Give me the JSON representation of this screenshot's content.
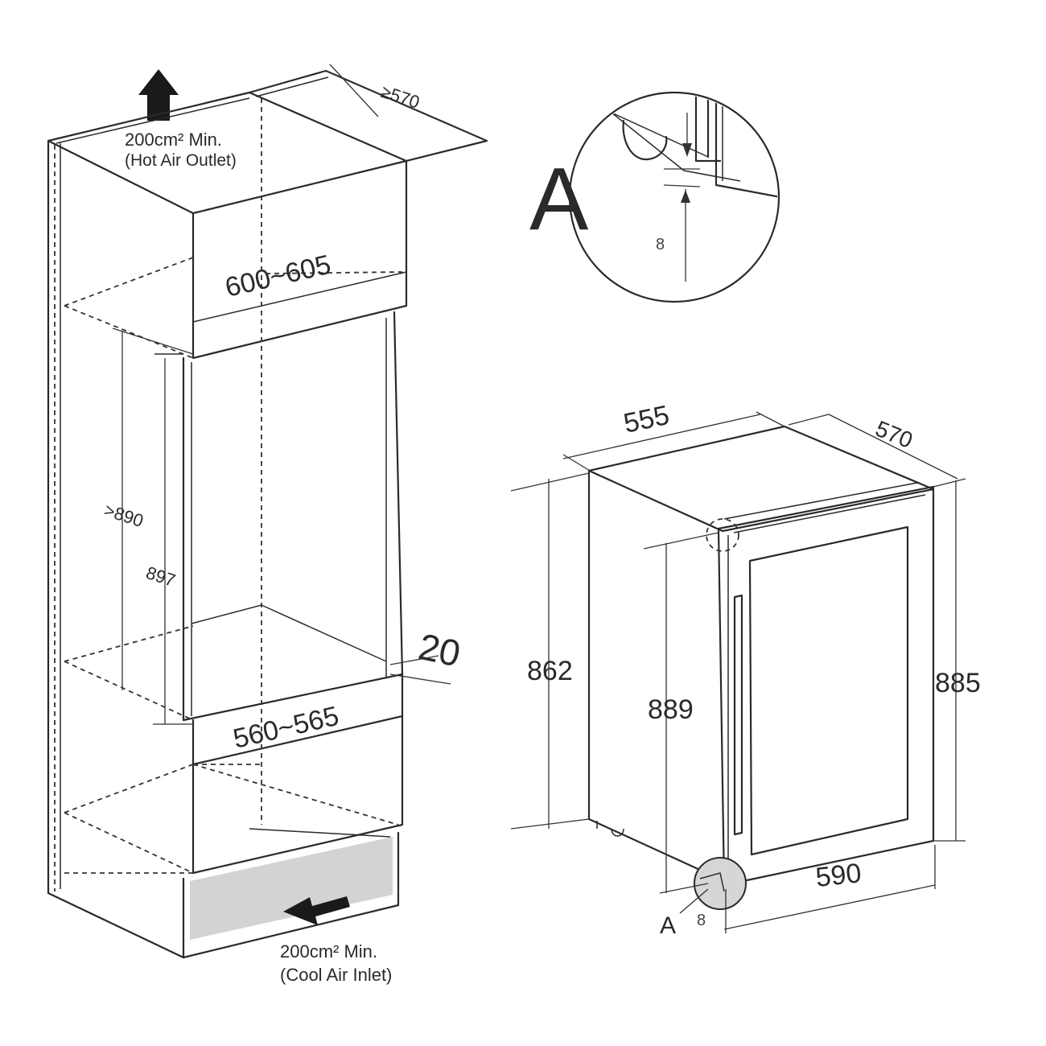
{
  "cabinet": {
    "depth_label": "≥570",
    "width_top_label": "600~605",
    "height_min_label": ">890",
    "opening_height_label": "897",
    "plinth_label": "20",
    "width_bottom_label": "560~565",
    "outlet_line1": "200cm² Min.",
    "outlet_line2": "(Hot Air Outlet)",
    "inlet_line1": "200cm² Min.",
    "inlet_line2": "(Cool Air Inlet)"
  },
  "detail": {
    "marker": "A",
    "gap_label": "8"
  },
  "appliance": {
    "width_label": "555",
    "depth_label": "570",
    "height_left_label": "862",
    "height_front_label": "889",
    "height_right_label": "885",
    "door_width_label": "590",
    "detail_marker": "A",
    "gap_label": "8"
  },
  "colors": {
    "line": "#2a2a2a",
    "shade": "#d3d3d3"
  }
}
